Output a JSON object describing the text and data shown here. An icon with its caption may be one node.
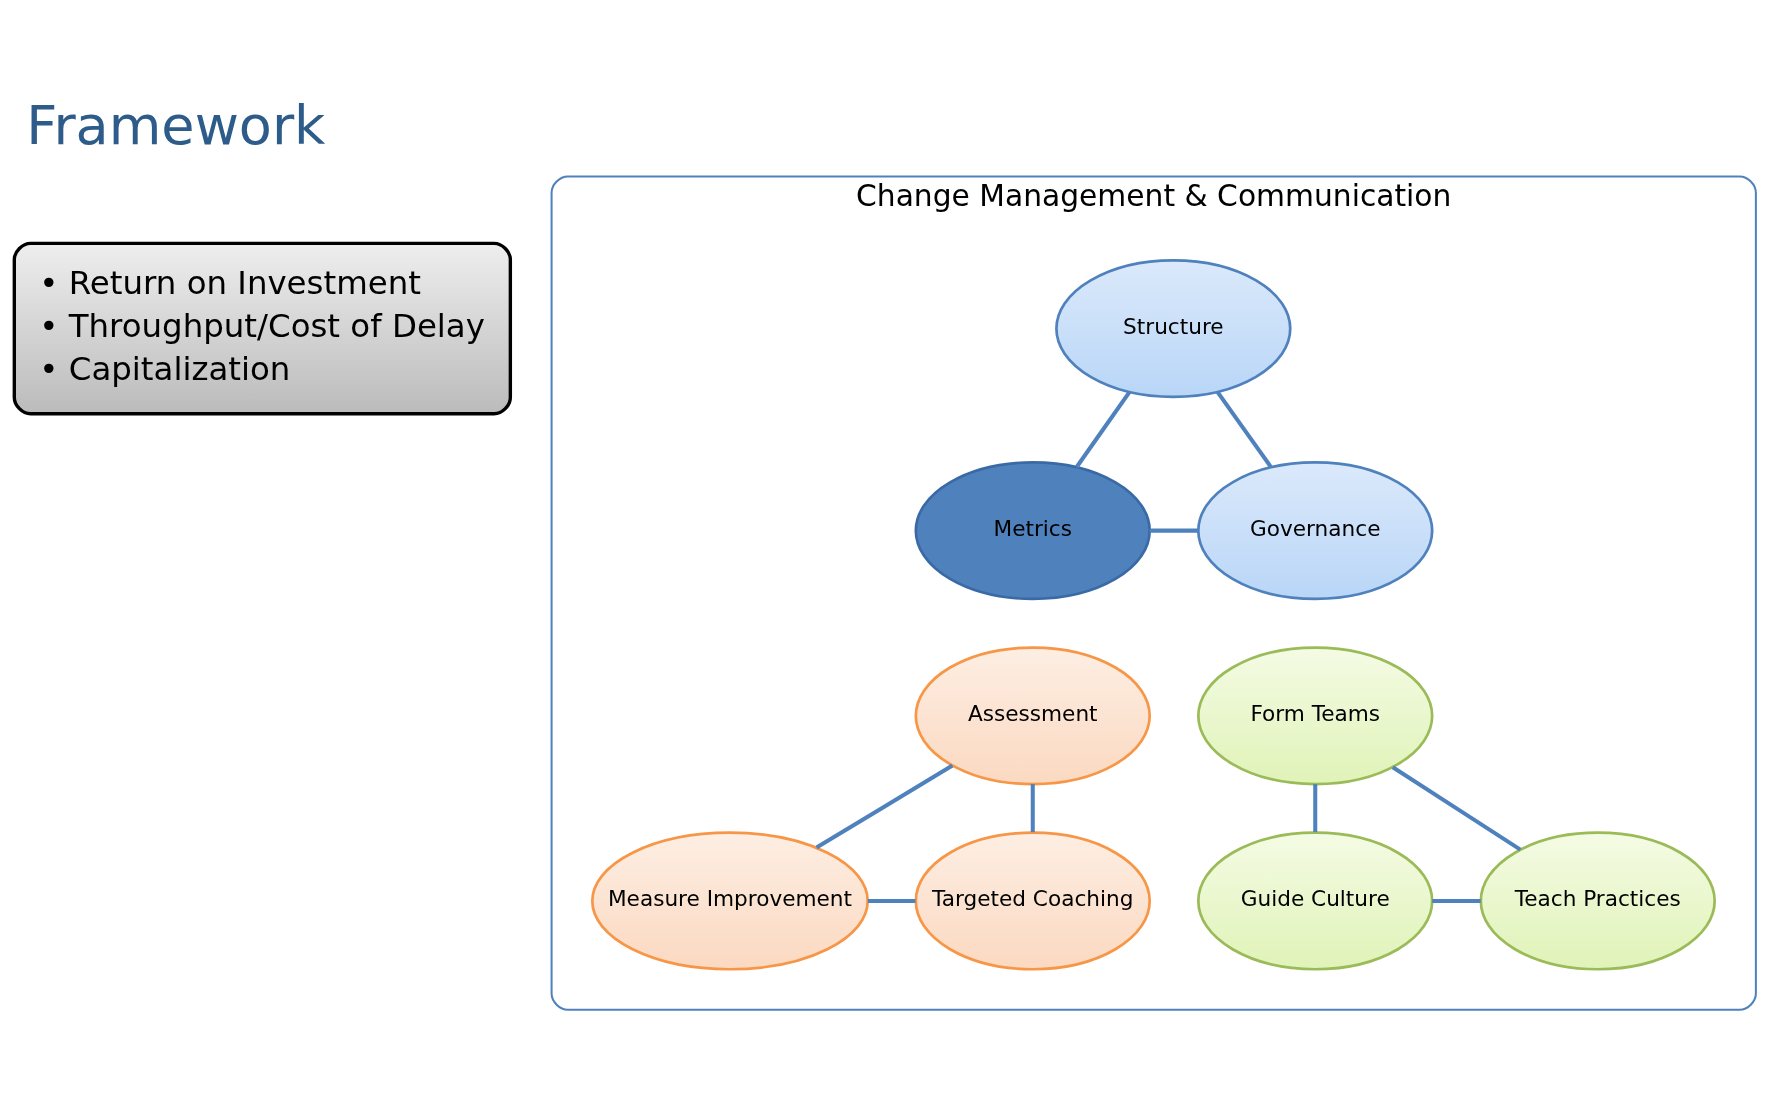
{
  "diagram": {
    "title": "Framework",
    "nodes": [
      {
        "text": [
          "• Return on Investment",
          "• Throughput/Cost of Delay",
          "• Capitalization"
        ]
      },
      {
        "text": [
          "Change Management & Communication"
        ]
      },
      {
        "text": [
          "Structure"
        ],
        "in": 1
      },
      {
        "text": [
          "Metrics"
        ],
        "in": 1
      },
      {
        "text": [
          "Governance"
        ],
        "in": 1
      },
      {
        "text": [
          "Assessment"
        ],
        "in": 1
      },
      {
        "text": [
          "Measure Improvement"
        ],
        "in": 1
      },
      {
        "text": [
          "Targeted Coaching"
        ],
        "in": 1
      },
      {
        "text": [
          "Form Teams"
        ],
        "in": 1
      },
      {
        "text": [
          "Guide Culture"
        ],
        "in": 1
      },
      {
        "text": [
          "Teach Practices"
        ],
        "in": 1
      }
    ],
    "edges": [
      {
        "from": 2,
        "to": 3,
        "arrow": "none"
      },
      {
        "from": 2,
        "to": 4,
        "arrow": "none"
      },
      {
        "from": 3,
        "to": 4,
        "arrow": "none"
      },
      {
        "from": 5,
        "to": 6,
        "arrow": "none"
      },
      {
        "from": 5,
        "to": 7,
        "arrow": "none"
      },
      {
        "from": 6,
        "to": 7,
        "arrow": "none"
      },
      {
        "from": 8,
        "to": 9,
        "arrow": "none"
      },
      {
        "from": 8,
        "to": 10,
        "arrow": "none"
      },
      {
        "from": 9,
        "to": 10,
        "arrow": "none"
      }
    ]
  }
}
